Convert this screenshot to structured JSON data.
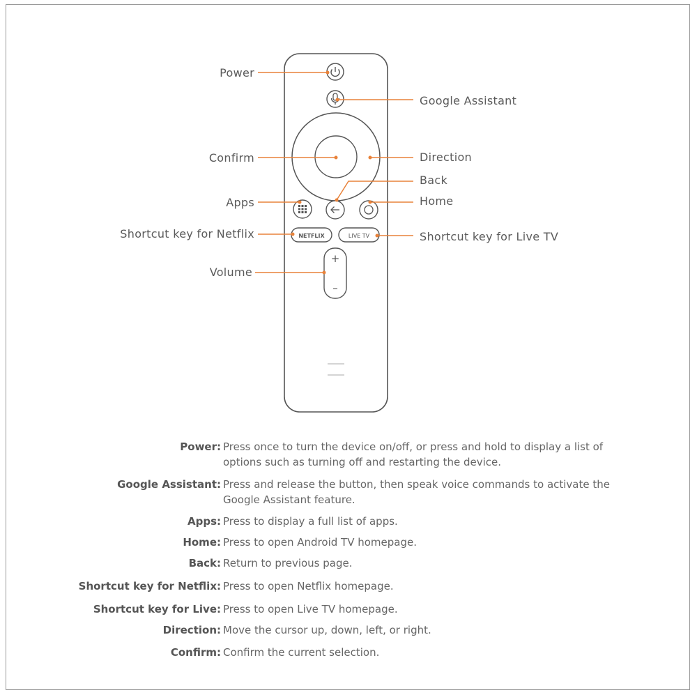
{
  "colors": {
    "accent": "#e8823a",
    "stroke": "#555555",
    "text": "#5a5a5a"
  },
  "callouts": {
    "power": "Power",
    "assistant": "Google Assistant",
    "confirm": "Confirm",
    "direction": "Direction",
    "back": "Back",
    "apps": "Apps",
    "home": "Home",
    "netflix": "Shortcut key for Netflix",
    "livetv": "Shortcut key for Live TV",
    "volume": "Volume"
  },
  "buttons": {
    "netflix_label": "NETFLIX",
    "livetv_label": "LIVE TV",
    "vol_plus": "+",
    "vol_minus": "–"
  },
  "legend": [
    {
      "term": "Power:",
      "desc": "Press once to turn the device on/off, or press and hold to display a list of options such as turning off and restarting the device."
    },
    {
      "term": "Google Assistant:",
      "desc": "Press and release the button, then speak voice commands to activate the Google Assistant feature."
    },
    {
      "term": "Apps:",
      "desc": "Press to display a full list of apps."
    },
    {
      "term": "Home:",
      "desc": "Press to open Android TV homepage."
    },
    {
      "term": "Back:",
      "desc": "Return to previous page."
    },
    {
      "term": "Shortcut key for Netflix:",
      "desc": "Press to open Netflix homepage."
    },
    {
      "term": "Shortcut key for Live:",
      "desc": "Press to open Live TV homepage."
    },
    {
      "term": "Direction:",
      "desc": "Move the cursor up, down, left, or right."
    },
    {
      "term": "Confirm:",
      "desc": "Confirm the current selection."
    }
  ]
}
